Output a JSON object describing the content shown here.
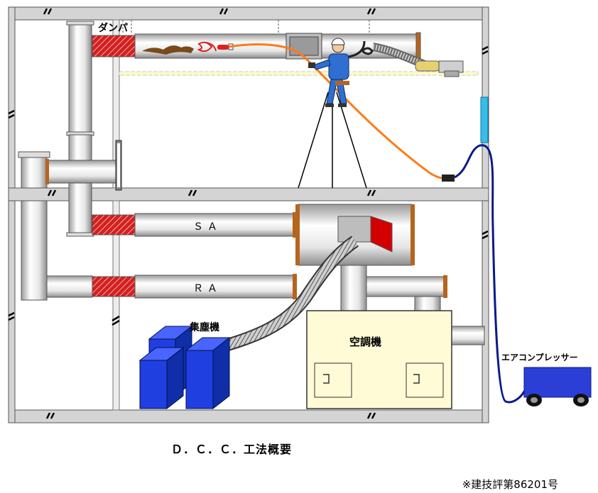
{
  "labels": {
    "damper": "ダンパ",
    "supply_air": "ＳＡ",
    "return_air": "ＲＡ",
    "dust_collector": "集塵機",
    "air_handler": "空調機",
    "air_compressor": "エアコンプレッサー"
  },
  "caption": "Ｄ．Ｃ．Ｃ．工法概要",
  "certification": "※建技評第86201号",
  "colors": {
    "frame_gray": "#d4d4d4",
    "duct_light": "#f2f2f2",
    "duct_shade": "#a9a9a9",
    "damper_red": "#d42020",
    "hose_orange": "#ff7a1a",
    "compressor_blue": "#2b3fd6",
    "collector_blue": "#1f3fe0",
    "ahu_cream": "#fffbd6",
    "ceiling_yellow": "#fffcc8"
  },
  "icons": {
    "worker": "worker-on-ladder-icon",
    "brush": "rotary-brush-icon"
  }
}
